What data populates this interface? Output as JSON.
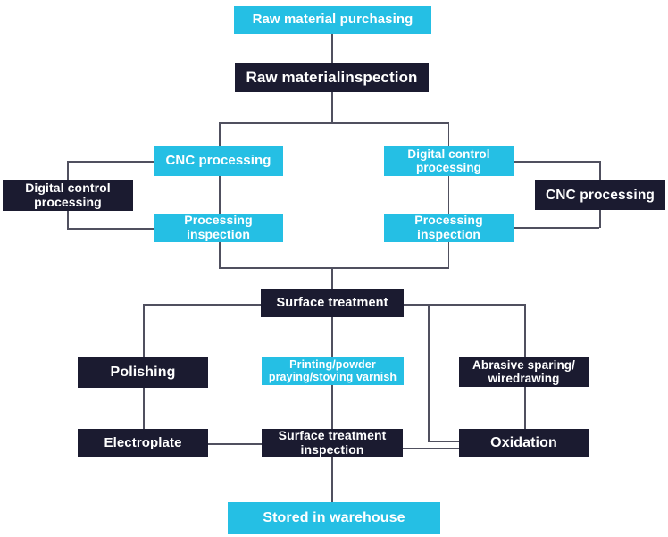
{
  "diagram": {
    "type": "flowchart",
    "colors": {
      "process_cyan": "#25bfe4",
      "process_dark": "#1b1b30",
      "connector_line": "#50505f",
      "node_text": "#ffffff",
      "background": "#ffffff"
    },
    "nodes": {
      "raw_material_purchasing": {
        "label": "Raw material purchasing",
        "style": "cyan"
      },
      "raw_material_inspection": {
        "label": "Raw materialinspection",
        "style": "dark"
      },
      "cnc_processing_left": {
        "label": "CNC processing",
        "style": "cyan"
      },
      "digital_control_processing_right": {
        "label": "Digital control\nprocessing",
        "style": "cyan"
      },
      "digital_control_processing_left": {
        "label": "Digital control\nprocessing",
        "style": "dark"
      },
      "cnc_processing_right": {
        "label": "CNC processing",
        "style": "dark"
      },
      "processing_inspection_left": {
        "label": "Processing\ninspection",
        "style": "cyan"
      },
      "processing_inspection_right": {
        "label": "Processing\ninspection",
        "style": "cyan"
      },
      "surface_treatment": {
        "label": "Surface treatment",
        "style": "dark"
      },
      "polishing": {
        "label": "Polishing",
        "style": "dark"
      },
      "printing_powder_spraying_stoving_varnish": {
        "label": "Printing/powder\npraying/stoving varnish",
        "style": "cyan"
      },
      "abrasive_sparing_wiredrawing": {
        "label": "Abrasive sparing/\nwiredrawing",
        "style": "dark"
      },
      "electroplate": {
        "label": "Electroplate",
        "style": "dark"
      },
      "surface_treatment_inspection": {
        "label": "Surface treatment\ninspection",
        "style": "dark"
      },
      "oxidation": {
        "label": "Oxidation",
        "style": "dark"
      },
      "stored_in_warehouse": {
        "label": "Stored in warehouse",
        "style": "cyan"
      }
    },
    "edges": [
      {
        "from": "raw_material_purchasing",
        "to": "raw_material_inspection"
      },
      {
        "from": "raw_material_inspection",
        "to": "cnc_processing_left"
      },
      {
        "from": "raw_material_inspection",
        "to": "digital_control_processing_right"
      },
      {
        "from": "cnc_processing_left",
        "to": "digital_control_processing_left"
      },
      {
        "from": "digital_control_processing_left",
        "to": "processing_inspection_left"
      },
      {
        "from": "cnc_processing_left",
        "to": "processing_inspection_left"
      },
      {
        "from": "digital_control_processing_right",
        "to": "cnc_processing_right"
      },
      {
        "from": "cnc_processing_right",
        "to": "processing_inspection_right"
      },
      {
        "from": "digital_control_processing_right",
        "to": "processing_inspection_right"
      },
      {
        "from": "processing_inspection_left",
        "to": "surface_treatment"
      },
      {
        "from": "processing_inspection_right",
        "to": "surface_treatment"
      },
      {
        "from": "surface_treatment",
        "to": "polishing"
      },
      {
        "from": "surface_treatment",
        "to": "printing_powder_spraying_stoving_varnish"
      },
      {
        "from": "surface_treatment",
        "to": "abrasive_sparing_wiredrawing"
      },
      {
        "from": "surface_treatment",
        "to": "oxidation"
      },
      {
        "from": "polishing",
        "to": "electroplate"
      },
      {
        "from": "electroplate",
        "to": "surface_treatment_inspection"
      },
      {
        "from": "printing_powder_spraying_stoving_varnish",
        "to": "surface_treatment_inspection"
      },
      {
        "from": "abrasive_sparing_wiredrawing",
        "to": "oxidation"
      },
      {
        "from": "surface_treatment_inspection",
        "to": "oxidation"
      },
      {
        "from": "surface_treatment_inspection",
        "to": "stored_in_warehouse"
      }
    ]
  }
}
